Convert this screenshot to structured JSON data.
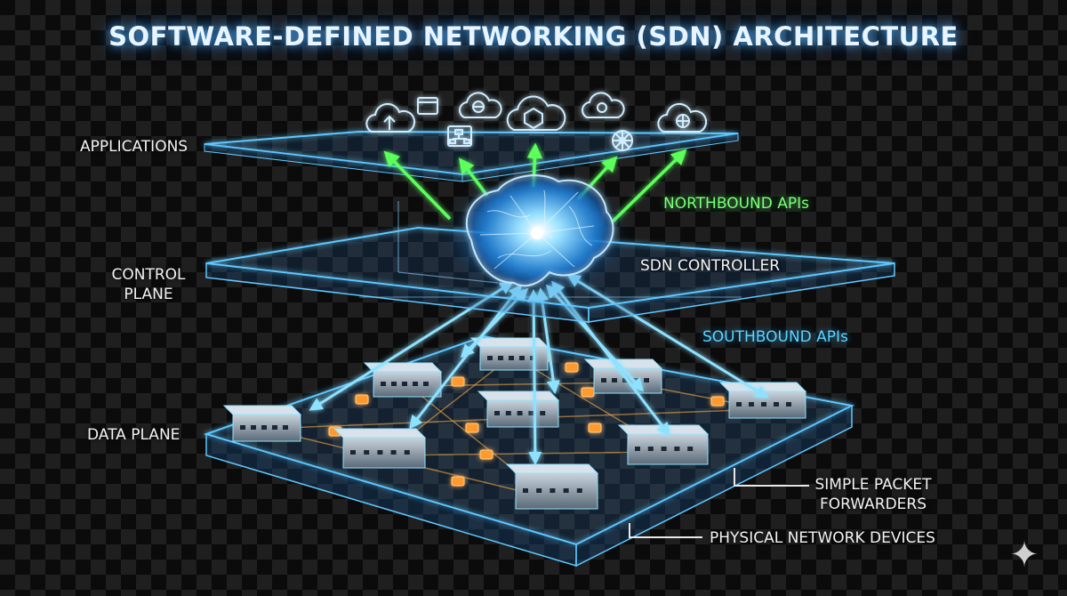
{
  "title": "SOFTWARE-DEFINED NETWORKING (SDN) ARCHITECTURE",
  "labels": {
    "applications": "APPLICATIONS",
    "control_plane_line1": "CONTROL",
    "control_plane_line2": "PLANE",
    "data_plane": "DATA PLANE",
    "northbound": "NORTHBOUND APIs",
    "sdn_controller": "SDN CONTROLLER",
    "southbound": "SOUTHBOUND APIs",
    "simple_packet_line1": "SIMPLE PACKET",
    "simple_packet_line2": "FORWARDERS",
    "physical_devices": "PHYSICAL NETWORK DEVICES"
  },
  "app_icons": [
    "cloud-upload-icon",
    "browser-window-icon",
    "cloud-globe-icon",
    "cloud-network-icon",
    "cloud-refresh-icon",
    "cloud-globe-icon",
    "network-diagram-icon",
    "hub-icon"
  ],
  "colors": {
    "plane_edge": "#5fc8ff",
    "northbound_arrow": "#5dff5d",
    "southbound_arrow": "#7fdcff",
    "packet": "#ff9a2e",
    "brain_glow": "#4fb8ff"
  }
}
